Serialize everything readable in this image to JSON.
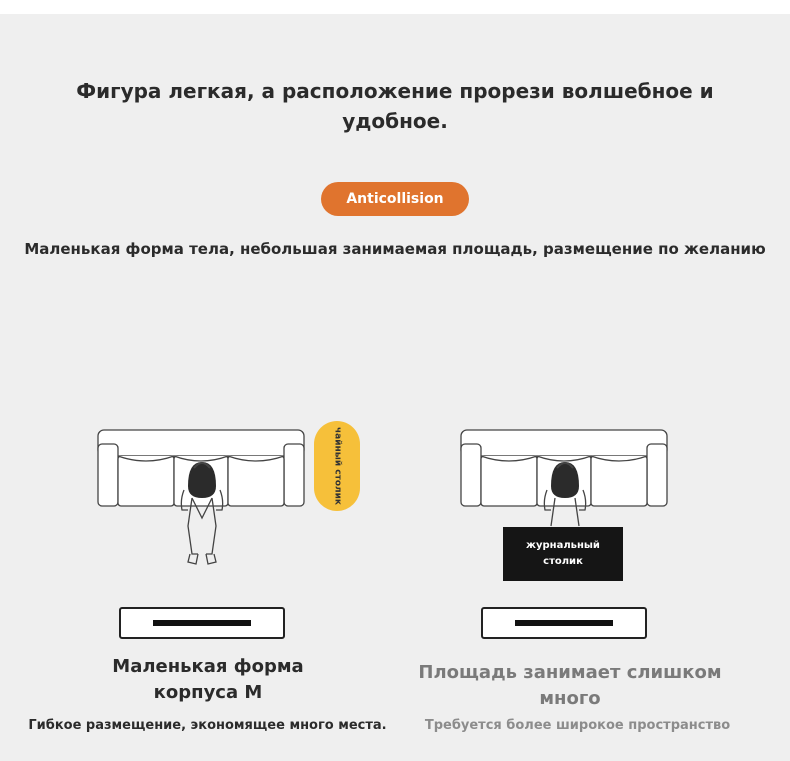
{
  "headline": "Фигура легкая, а расположение прорези волшебное и удобное.",
  "badge": "Anticollision",
  "subhead": "Маленькая форма тела, небольшая занимаемая площадь, размещение по желанию",
  "left_panel": {
    "table_label": "чайный столик",
    "title": "Маленькая форма корпуса M",
    "caption": "Гибкое размещение, экономящее много места."
  },
  "right_panel": {
    "table_label_line1": "журнальный",
    "table_label_line2": "столик",
    "title": "Площадь занимает слишком много",
    "caption": "Требуется более широкое пространство"
  },
  "colors": {
    "background": "#efefef",
    "badge": "#e0742e",
    "tea_table": "#f6c03a",
    "coffee_table": "#151515"
  }
}
